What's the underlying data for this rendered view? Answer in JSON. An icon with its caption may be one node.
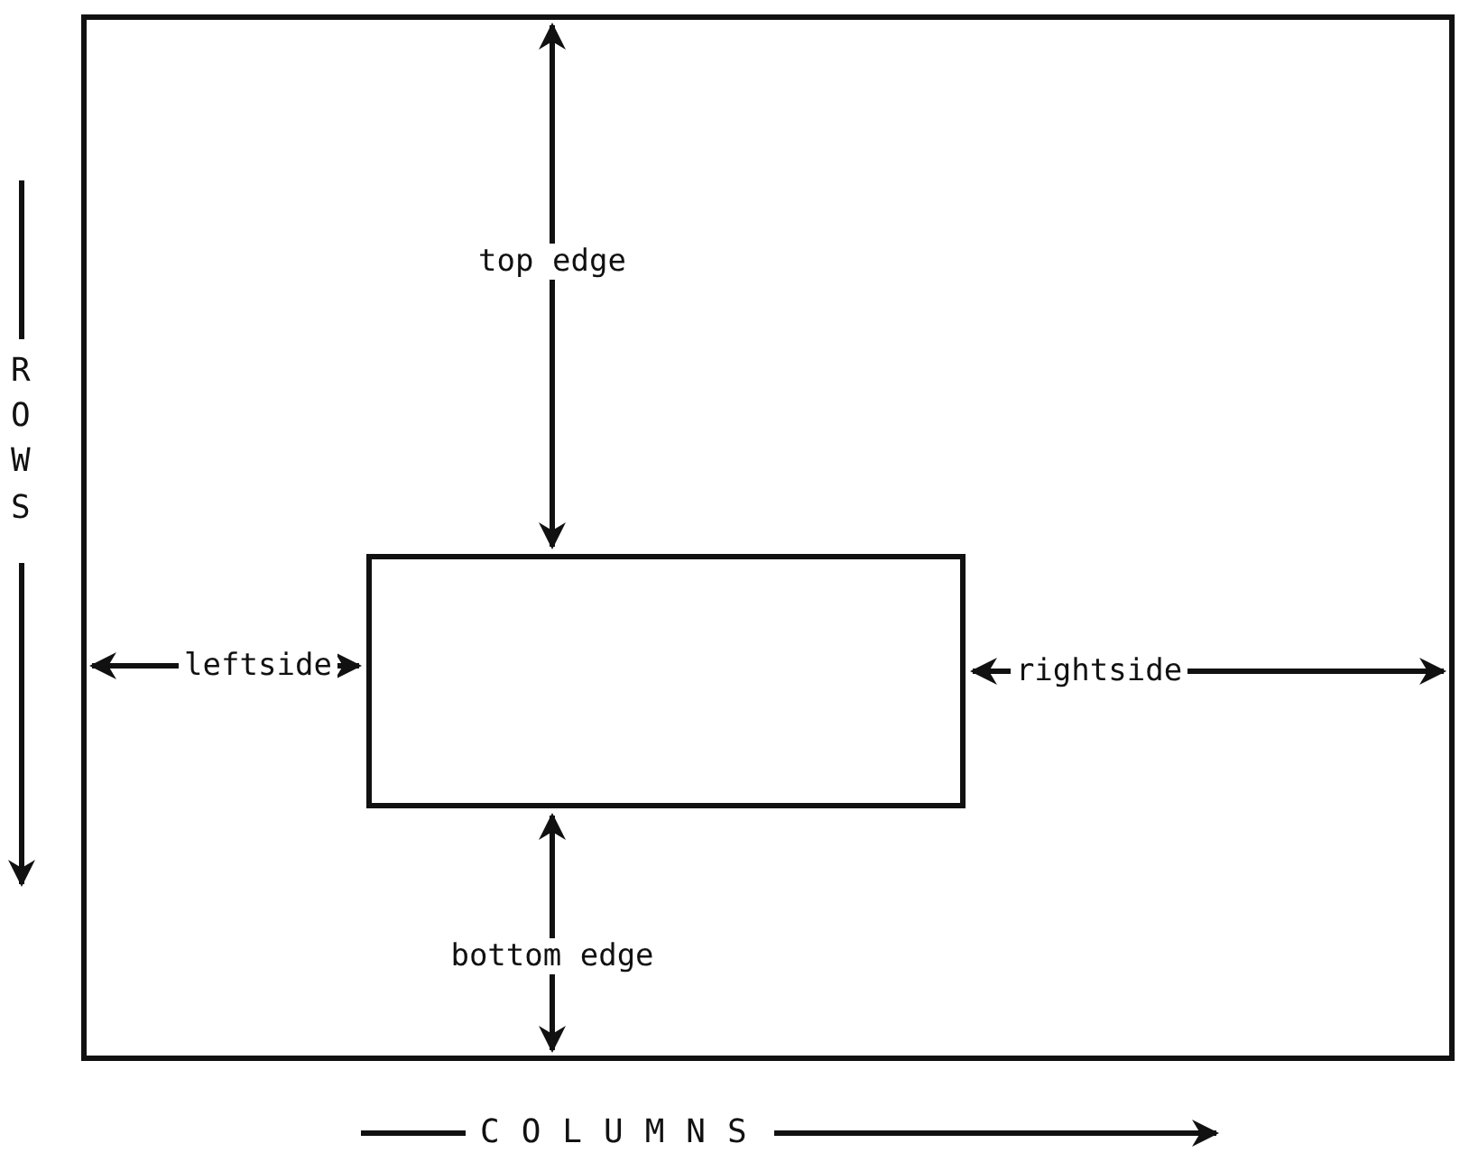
{
  "diagram": {
    "nodes": [
      {
        "text": [],
        "shape": "box"
      },
      {
        "text": [],
        "shape": "box",
        "in": 0
      }
    ],
    "edges": [
      {
        "from": 0,
        "to": 1,
        "arrow": "both",
        "label": "top edge"
      },
      {
        "from": 0,
        "to": 1,
        "arrow": "both",
        "label": "leftside"
      },
      {
        "from": 1,
        "to": 0,
        "arrow": "both",
        "label": "rightside"
      },
      {
        "from": 1,
        "to": 0,
        "arrow": "both",
        "label": "bottom edge"
      }
    ],
    "labels": [
      "ROWS",
      "COLUMNS"
    ]
  }
}
